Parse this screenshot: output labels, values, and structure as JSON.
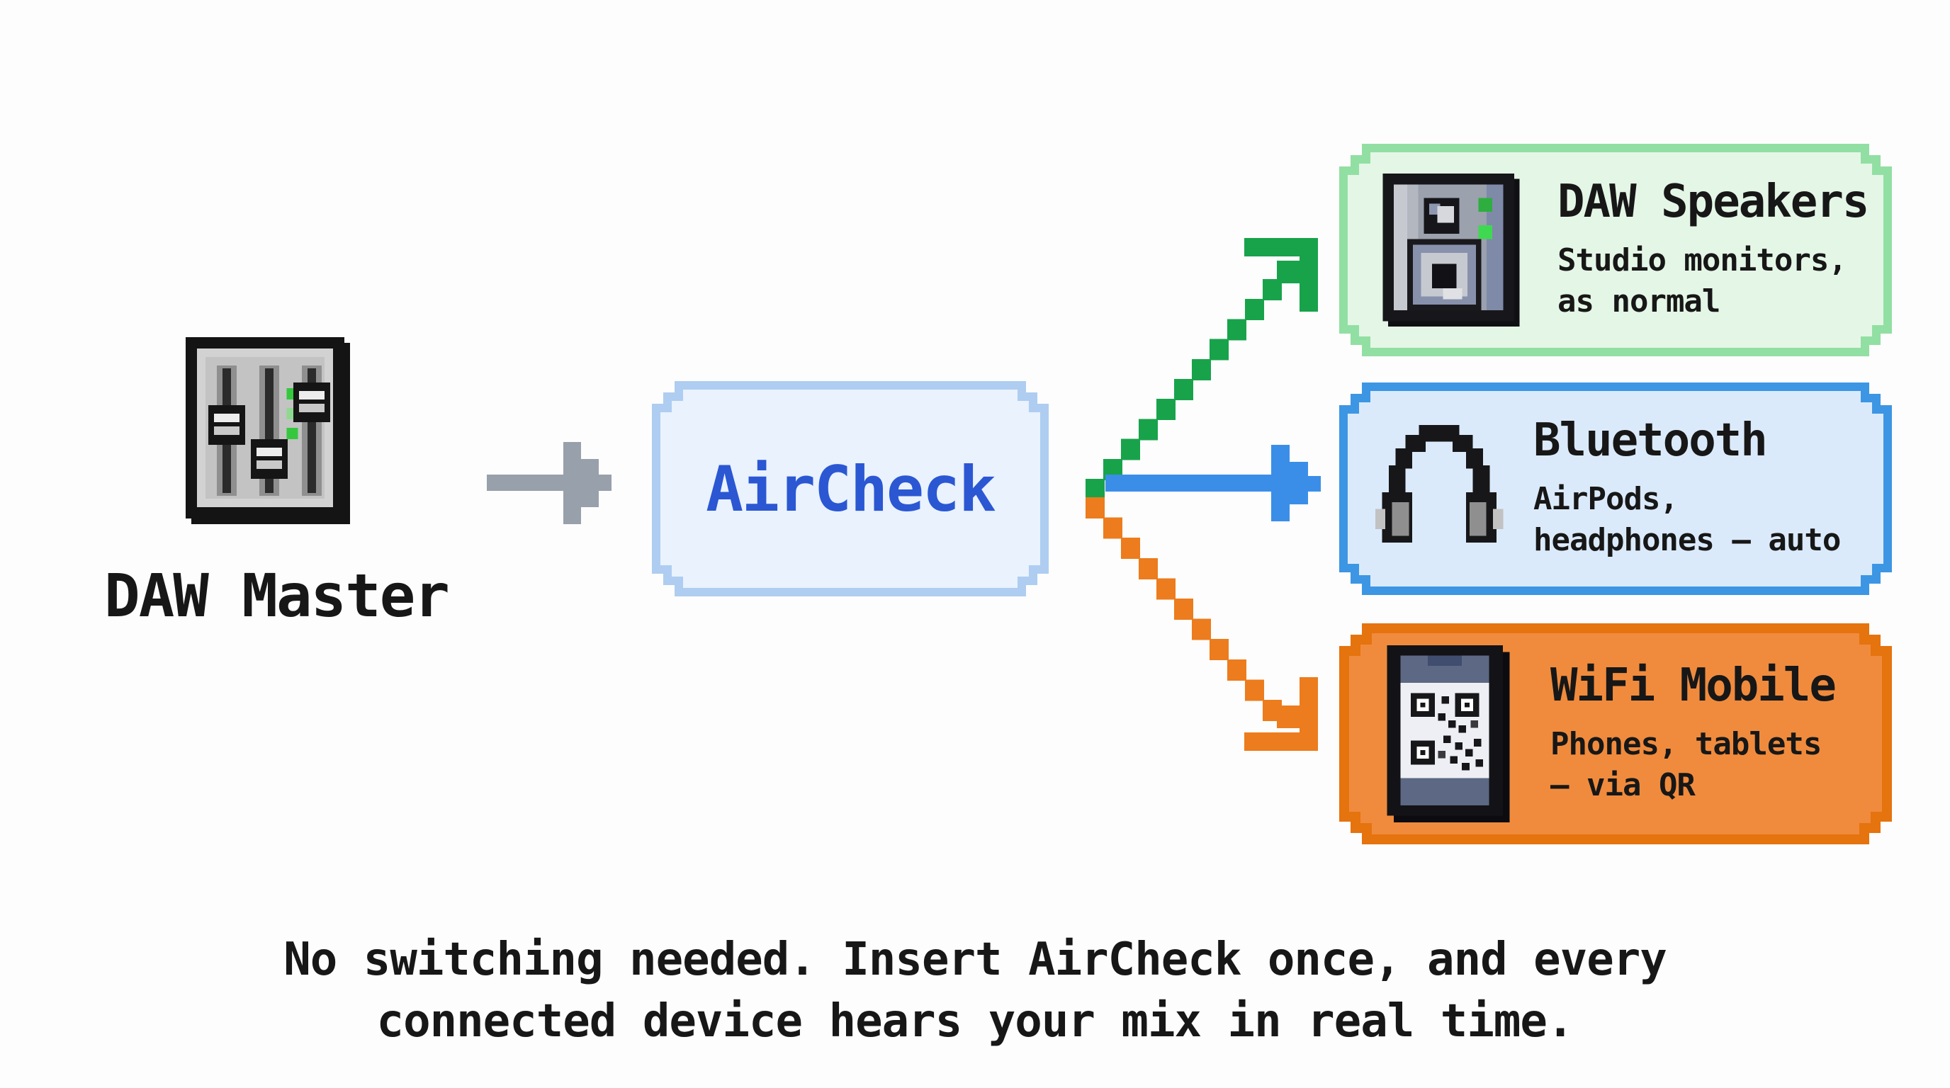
{
  "background": "#fdfdfd",
  "source": {
    "icon": "mixer-icon",
    "label": "DAW Master"
  },
  "connector": {
    "icon": "right-arrow-icon",
    "color": "#98a0ab"
  },
  "hub": {
    "label": "AirCheck",
    "fill": "#e9f2fd",
    "border": "#aecdf1",
    "label_color": "#2b57d3"
  },
  "targets": [
    {
      "title": "DAW Speakers",
      "subtitle_line1": "Studio monitors,",
      "subtitle_line2": "as normal",
      "icon": "speaker-icon",
      "fill": "#e4f6e6",
      "border": "#92dfa3",
      "arrow_color": "#18a34b"
    },
    {
      "title": "Bluetooth",
      "subtitle_line1": "AirPods,",
      "subtitle_line2": "headphones — auto",
      "icon": "headphones-icon",
      "fill": "#dbeafb",
      "border": "#3d96e3",
      "arrow_color": "#3b8ee8"
    },
    {
      "title": "WiFi Mobile",
      "subtitle_line1": "Phones, tablets",
      "subtitle_line2": "— via QR",
      "icon": "phone-qr-icon",
      "fill": "#f08b3d",
      "border": "#e5730e",
      "arrow_color": "#ec7c1d"
    }
  ],
  "caption": {
    "line1": "No switching needed. Insert AirCheck once, and every",
    "line2": "connected device hears your mix in real time."
  },
  "text_color": "#171717"
}
